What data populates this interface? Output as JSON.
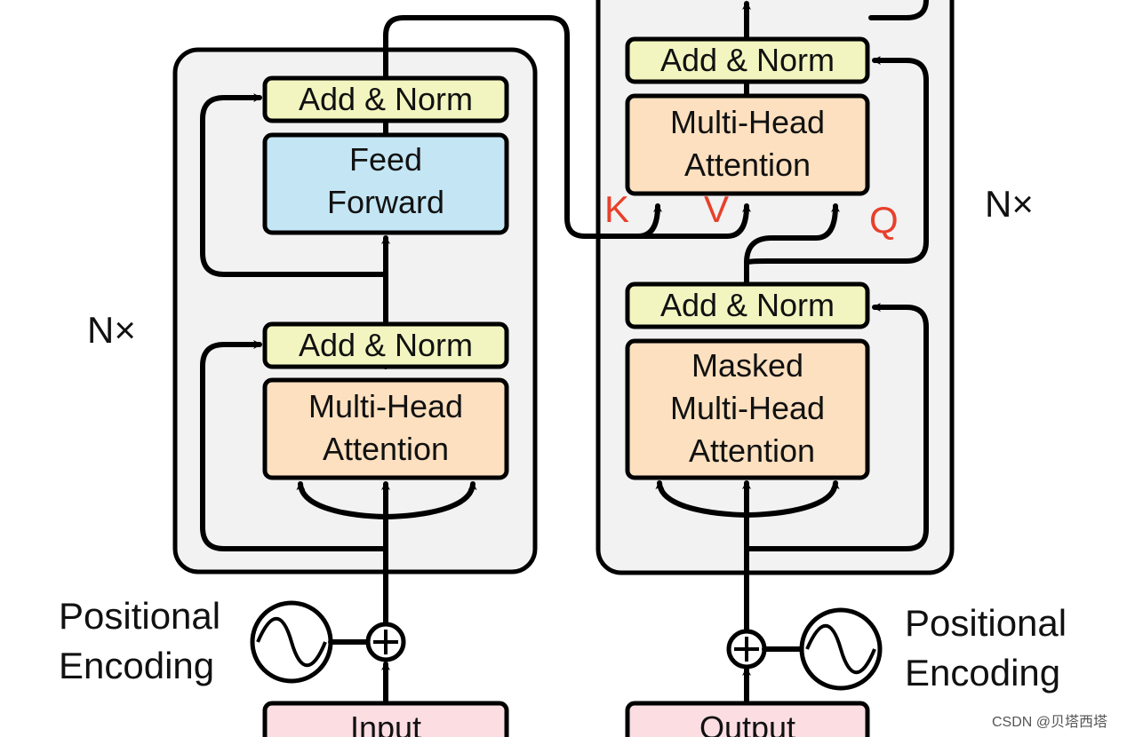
{
  "encoder": {
    "add_norm_top": "Add & Norm",
    "feed_forward": [
      "Feed",
      "Forward"
    ],
    "add_norm_bottom": "Add & Norm",
    "attention": [
      "Multi-Head",
      "Attention"
    ],
    "nx": "N×",
    "positional_encoding": [
      "Positional",
      "Encoding"
    ],
    "input": "Input"
  },
  "decoder": {
    "add_norm_top": "Add & Norm",
    "cross_attention": [
      "Multi-Head",
      "Attention"
    ],
    "add_norm_bottom": "Add & Norm",
    "masked_attention": [
      "Masked",
      "Multi-Head",
      "Attention"
    ],
    "nx": "N×",
    "positional_encoding": [
      "Positional",
      "Encoding"
    ],
    "output": "Output",
    "k_label": "K",
    "v_label": "V",
    "q_label": "Q"
  },
  "colors": {
    "add_norm": "#f3f5c0",
    "feed_forward": "#c4e6f4",
    "attention": "#fde0bf",
    "embedding": "#fbdde2",
    "layer_bg": "#f2f2f2",
    "kvq": "#e8402b"
  },
  "watermark": "CSDN @贝塔西塔"
}
